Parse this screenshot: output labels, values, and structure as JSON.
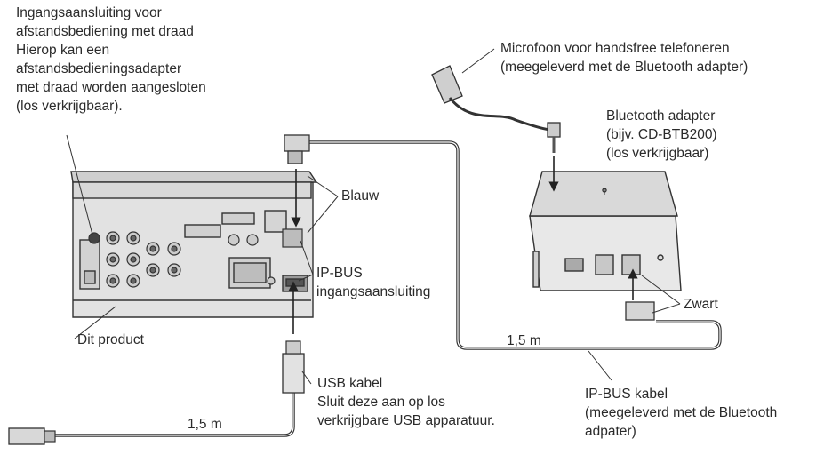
{
  "labels": {
    "remote_jack": [
      "Ingangsaansluiting voor",
      "afstandsbediening met draad",
      "Hierop kan een",
      "afstandsbedieningsadapter",
      "met draad worden aangesloten",
      "(los verkrijgbaar)."
    ],
    "microphone": [
      "Microfoon voor handsfree telefoneren",
      "(meegeleverd met de Bluetooth adapter)"
    ],
    "bluetooth_adapter": [
      "Bluetooth adapter",
      "(bijv. CD-BTB200)",
      "(los verkrijgbaar)"
    ],
    "blauw": "Blauw",
    "ipbus_input": [
      "IP-BUS",
      "ingangsaansluiting"
    ],
    "product": "Dit product",
    "zwart": "Zwart",
    "length_ipbus": "1,5 m",
    "usb_cable": [
      "USB kabel",
      "Sluit deze aan op los",
      "verkrijgbare USB apparatuur."
    ],
    "length_usb": "1,5 m",
    "ipbus_cable": [
      "IP-BUS kabel",
      "(meegeleverd met de Bluetooth",
      "adpater)"
    ]
  }
}
